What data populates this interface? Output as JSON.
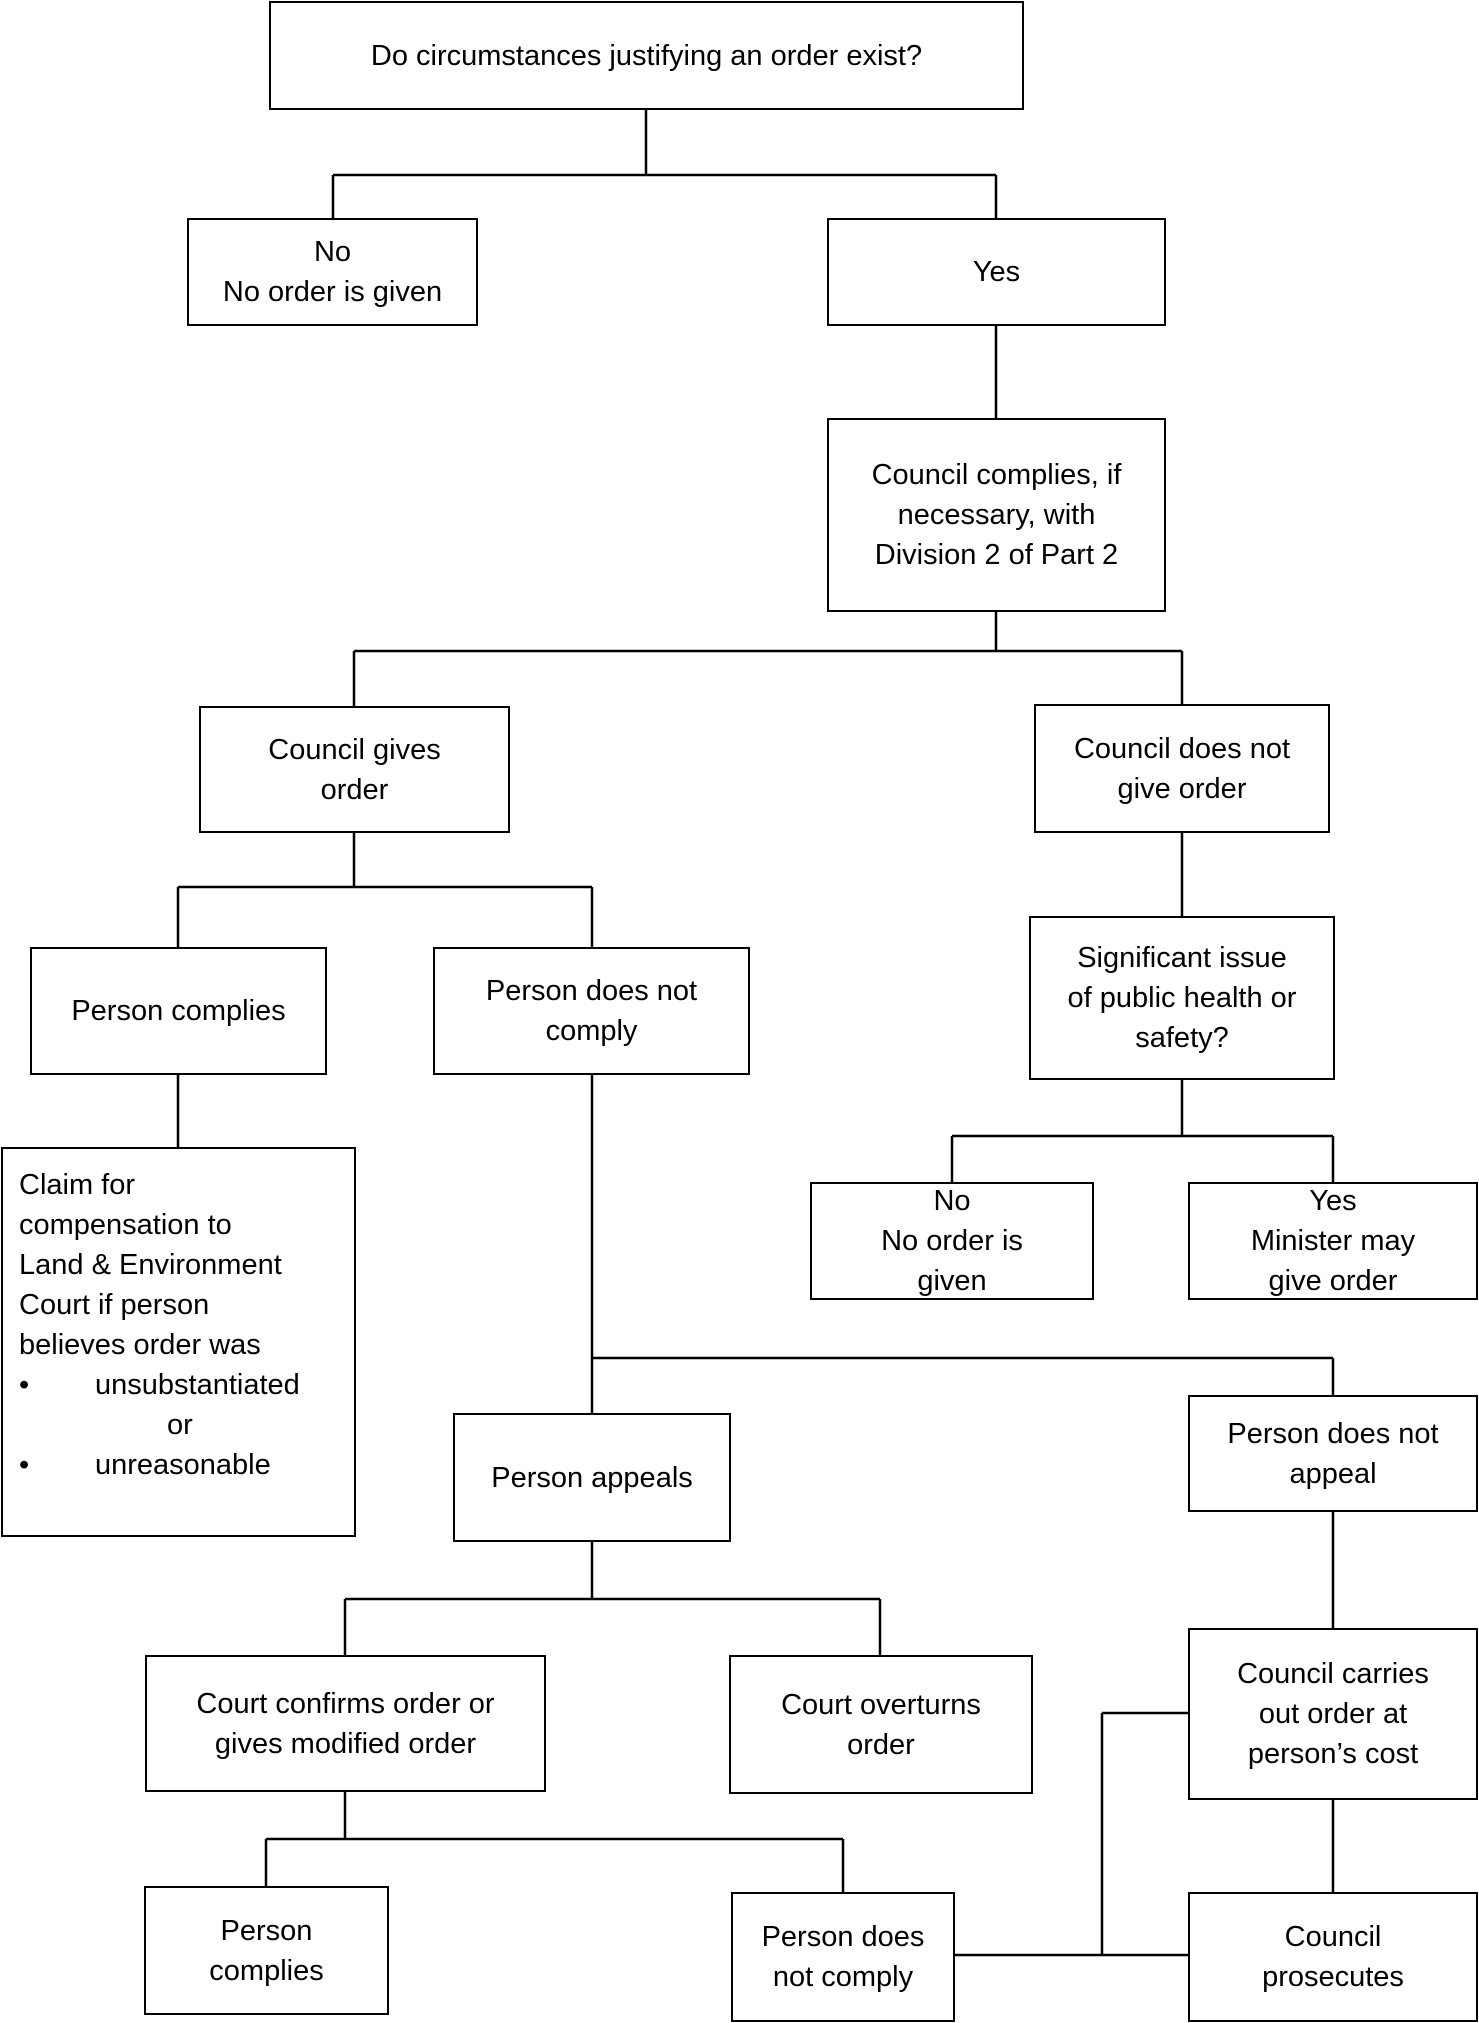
{
  "nodes": {
    "q_root": [
      "Do circumstances justifying an order exist?"
    ],
    "no_top": [
      "No",
      "No order is given"
    ],
    "yes_top": [
      "Yes"
    ],
    "council_complies": [
      "Council complies, if",
      "necessary, with",
      "Division 2 of Part 2"
    ],
    "council_gives": [
      "Council gives",
      "order"
    ],
    "council_not_give": [
      "Council does not",
      "give order"
    ],
    "person_complies_1": [
      "Person complies"
    ],
    "person_not_comply_1": [
      "Person does not",
      "comply"
    ],
    "significant_issue": [
      "Significant issue",
      "of public health or",
      "safety?"
    ],
    "claim": {
      "lines": [
        "Claim for",
        "compensation to",
        "Land & Environment",
        "Court if person",
        "believes order was"
      ],
      "bullet": "•",
      "item1": "unsubstantiated",
      "or": "or",
      "item2": "unreasonable"
    },
    "no_mid": [
      "No",
      "No order is",
      "given"
    ],
    "yes_mid": [
      "Yes",
      "Minister may",
      "give order"
    ],
    "person_appeals": [
      "Person appeals"
    ],
    "person_not_appeal": [
      "Person does not",
      "appeal"
    ],
    "court_confirms": [
      "Court confirms order or",
      "gives modified order"
    ],
    "court_overturns": [
      "Court overturns",
      "order"
    ],
    "council_carries": [
      "Council carries",
      "out order at",
      "person’s cost"
    ],
    "person_complies_2": [
      "Person",
      "complies"
    ],
    "person_not_comply_2": [
      "Person does",
      "not comply"
    ],
    "council_prosecutes": [
      "Council",
      "prosecutes"
    ]
  }
}
